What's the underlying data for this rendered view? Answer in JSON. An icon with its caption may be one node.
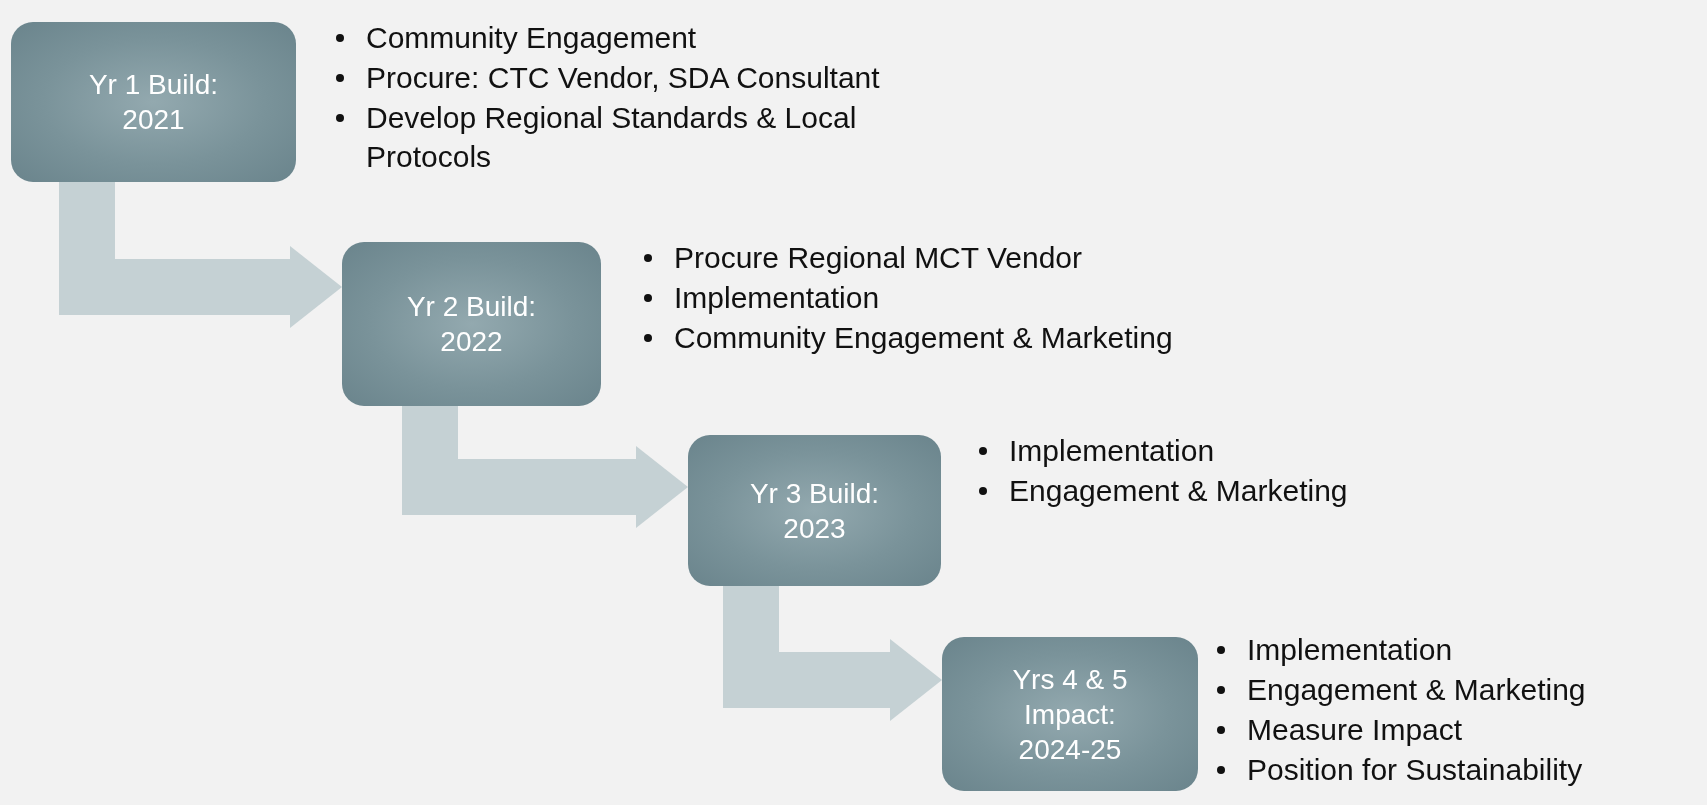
{
  "diagram": {
    "nodes": [
      {
        "text": [
          "Yr 1 Build: 2021"
        ],
        "beside": [
          "Community Engagement",
          "Procure: CTC Vendor, SDA Consultant",
          "Develop Regional Standards & Local Protocols"
        ]
      },
      {
        "text": [
          "Yr 2 Build: 2022"
        ],
        "beside": [
          "Procure Regional MCT Vendor",
          "Implementation",
          "Community Engagement & Marketing"
        ]
      },
      {
        "text": [
          "Yr 3 Build: 2023"
        ],
        "beside": [
          "Implementation",
          "Engagement & Marketing"
        ]
      },
      {
        "text": [
          "Yrs 4 & 5 Impact: 2024-25"
        ],
        "beside": [
          "Implementation",
          "Engagement & Marketing",
          "Measure Impact",
          "Position for Sustainability"
        ]
      }
    ],
    "edges": [
      {
        "from": 0,
        "to": 1,
        "arrow": "to"
      },
      {
        "from": 1,
        "to": 2,
        "arrow": "to"
      },
      {
        "from": 2,
        "to": 3,
        "arrow": "to"
      }
    ]
  }
}
